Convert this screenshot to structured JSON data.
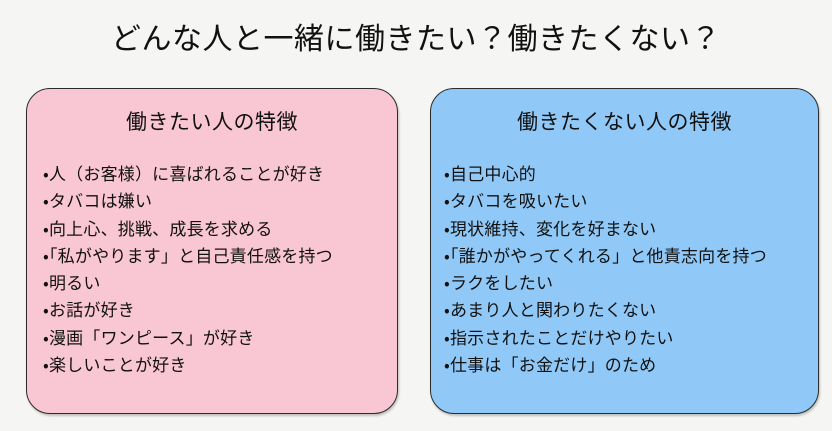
{
  "slide": {
    "title": "どんな人と一緒に働きたい？働きたくない？",
    "background_color": "#f5f5f3",
    "text_color": "#111111"
  },
  "panels": [
    {
      "id": "want-to-work-with",
      "header": "働きたい人の特徴",
      "fill_color": "#f9c6d3",
      "border_color": "#2b2b2b",
      "bullet": "・",
      "items": [
        "・人（お客様）に喜ばれることが好き",
        "・タバコは嫌い",
        "・向上心、挑戦、成長を求める",
        "・「私がやります」と自己責任感を持つ",
        "・明るい",
        "・お話が好き",
        "・漫画「ワンピース」が好き",
        "・楽しいことが好き"
      ]
    },
    {
      "id": "do-not-want-to-work-with",
      "header": "働きたくない人の特徴",
      "fill_color": "#90c9f7",
      "border_color": "#2b2b2b",
      "bullet": "・",
      "items": [
        "・自己中心的",
        "・タバコを吸いたい",
        "・現状維持、変化を好まない",
        "・「誰かがやってくれる」と他責志向を持つ",
        "・ラクをしたい",
        "・あまり人と関わりたくない",
        "・指示されたことだけやりたい",
        "・仕事は「お金だけ」のため"
      ]
    }
  ]
}
